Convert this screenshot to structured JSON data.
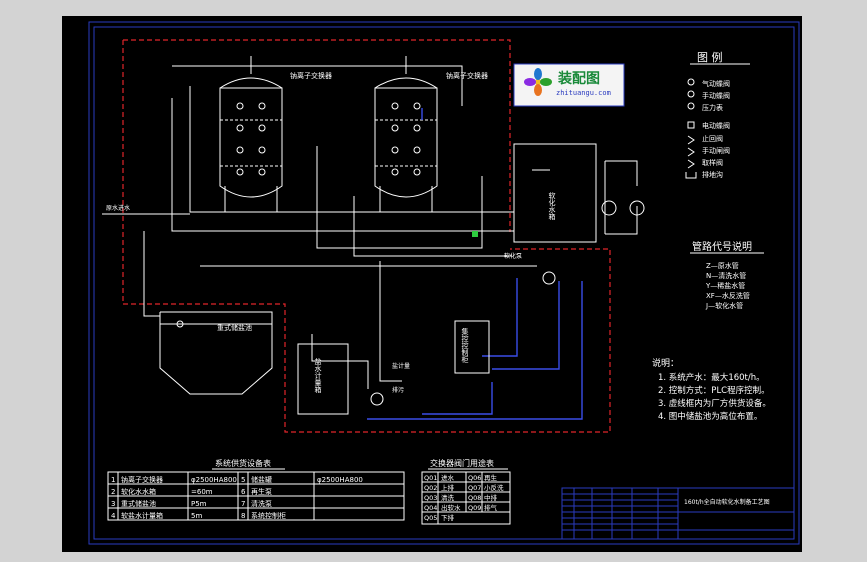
{
  "vessels": {
    "exchanger_1_label": "钠离子交换器",
    "exchanger_2_label": "钠离子交换器",
    "tank_label": "软化水箱",
    "salt_tank_label": "盐水计量箱",
    "brine_pool_label": "重式储盐池",
    "control_cabinet_label": "集控控制柜"
  },
  "pipe_labels": {
    "raw_water_in": "原水进水",
    "softened_pump": "软化泵",
    "brine_pump": "盐计量",
    "drain": "排污"
  },
  "watermark": {
    "brand": "装配图",
    "url": "zhituangu.com"
  },
  "legend": {
    "title": "图 例",
    "items": [
      "气动蝶阀",
      "手动蝶阀",
      "压力表",
      "电动蝶阀",
      "止回阀",
      "手动闸阀",
      "取样阀",
      "排地沟"
    ]
  },
  "pipe_code": {
    "title": "管路代号说明",
    "items": [
      "Z—原水管",
      "N—清洗水管",
      "Y—稀盐水管",
      "XF—水反洗管",
      "J—软化水管"
    ]
  },
  "notes": {
    "title": "说明：",
    "lines": [
      "1. 系统产水：最大160t/h。",
      "2. 控制方式：PLC程序控制。",
      "3. 虚线框内为厂方供货设备。",
      "4. 图中储盐池为高位布置。"
    ]
  },
  "equipment_table": {
    "title": "系统供货设备表",
    "rows": [
      [
        "1",
        "钠离子交换器",
        "φ2500HA800",
        "5",
        "储盐罐",
        "φ2500HA800"
      ],
      [
        "2",
        "软化水水箱",
        "=60m",
        "6",
        "再生泵",
        ""
      ],
      [
        "3",
        "重式储盐池",
        "P5m",
        "7",
        "清洗泵",
        ""
      ],
      [
        "4",
        "软盐水计量箱",
        "5m",
        "8",
        "系统控制柜",
        ""
      ]
    ]
  },
  "valve_table": {
    "title": "交换器阀门用途表",
    "rows": [
      [
        "Q01",
        "进水",
        "Q06",
        "再生"
      ],
      [
        "Q02",
        "上排",
        "Q07",
        "小反洗"
      ],
      [
        "Q03",
        "清洗",
        "Q08",
        "中排"
      ],
      [
        "Q04",
        "出软水",
        "Q09",
        "排气"
      ],
      [
        "Q05",
        "下排",
        "",
        ""
      ]
    ]
  },
  "title_block": {
    "drawing_title": "160t/h全自动软化水制备工艺图"
  }
}
